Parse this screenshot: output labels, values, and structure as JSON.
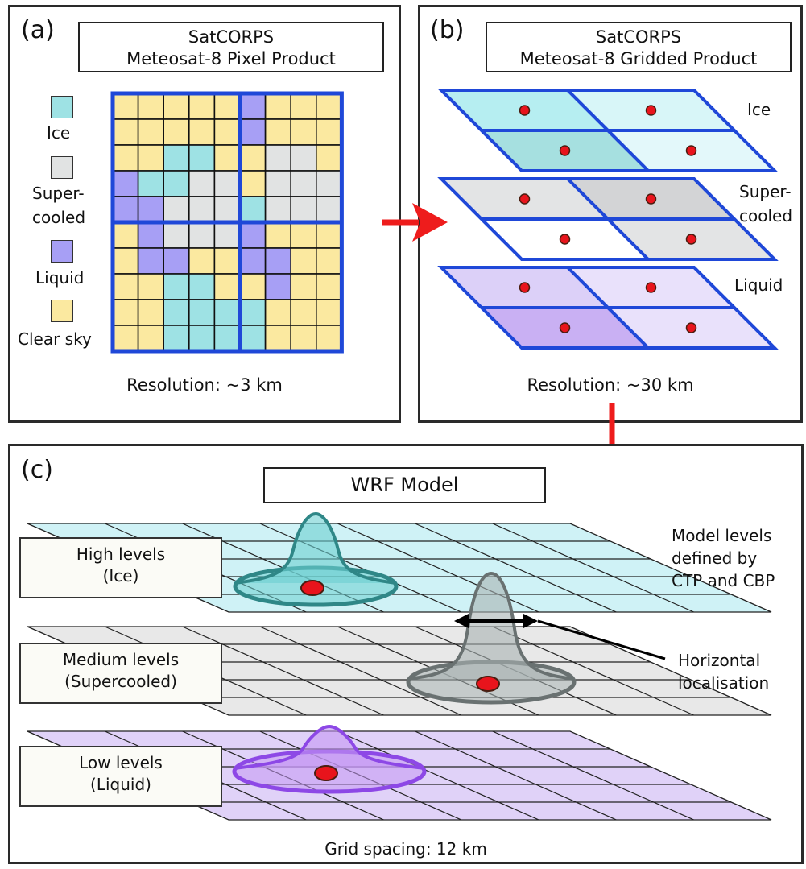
{
  "panel_a": {
    "label": "(a)",
    "title_line1": "SatCORPS",
    "title_line2": "Meteosat-8 Pixel Product",
    "legend": [
      {
        "label": "Ice",
        "color": "#9ee2e4"
      },
      {
        "label_line1": "Super-",
        "label_line2": "cooled",
        "color": "#e1e3e3"
      },
      {
        "label": "Liquid",
        "color": "#a79ff5"
      },
      {
        "label": "Clear sky",
        "color": "#fbe9a0"
      }
    ],
    "pixel_grid": [
      "CCCCCLCCC",
      "CCCCCLCCC",
      "CCIICCSSC",
      "LIISSCSSS",
      "LLSSSISSS",
      "CLSSSLCCC",
      "CLLCCLLCC",
      "CCIICCLCC",
      "CCIIIICCC",
      "CCIIIICCC"
    ],
    "resolution": "Resolution: ~3 km"
  },
  "panel_b": {
    "label": "(b)",
    "title_line1": "SatCORPS",
    "title_line2": "Meteosat-8 Gridded Product",
    "layers": [
      {
        "label": "Ice",
        "cells": [
          "#b6eef1",
          "#d8f6f8",
          "#a6e0e0",
          "#e3f8fa"
        ]
      },
      {
        "label_line1": "Super-",
        "label_line2": "cooled",
        "cells": [
          "#e3e4e5",
          "#d3d4d6",
          "#ffffff",
          "#e3e4e5"
        ]
      },
      {
        "label": "Liquid",
        "cells": [
          "#dcd0f8",
          "#e9e1fb",
          "#c9b0f3",
          "#e9e1fb"
        ]
      }
    ],
    "resolution": "Resolution: ~30 km"
  },
  "panel_c": {
    "label": "(c)",
    "title": "WRF Model",
    "levels": [
      {
        "line1": "High levels",
        "line2": "(Ice)",
        "grid_color": "#cff2f6",
        "blob_color": "#6ccfd0",
        "blob_edge": "#2f8787"
      },
      {
        "line1": "Medium levels",
        "line2": "(Supercooled)",
        "grid_color": "#e8e8e8",
        "blob_color": "#a8b2b2",
        "blob_edge": "#697171"
      },
      {
        "line1": "Low levels",
        "line2": "(Liquid)",
        "grid_color": "#e0d2f8",
        "blob_color": "#c497f3",
        "blob_edge": "#8d48e6"
      }
    ],
    "note_line1": "Model levels",
    "note_line2": "defined by",
    "note_line3": "CTP and CBP",
    "horiz_line1": "Horizontal",
    "horiz_line2": "localisation",
    "grid_spacing": "Grid spacing: 12 km"
  },
  "colors": {
    "grid_blue": "#1f48d8",
    "arrow_red": "#ee1c1c",
    "dot_red": "#e8141c"
  }
}
